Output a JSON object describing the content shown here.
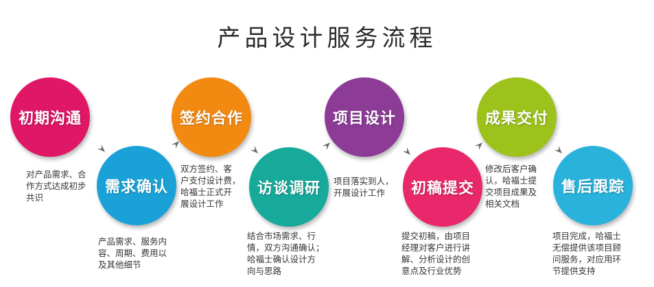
{
  "title": "产品设计服务流程",
  "colors": {
    "magenta": "#e01667",
    "blue": "#1aa2d8",
    "orange": "#f28a12",
    "teal": "#17a99a",
    "purple": "#8c3b96",
    "pink": "#e8286b",
    "lime": "#9dc21c",
    "sky": "#29b2dc",
    "arrow": "#6b6b6b"
  },
  "steps": [
    {
      "label": "初期沟通",
      "desc": [
        "对产品需求、合",
        "作方式达成初步",
        "共识"
      ]
    },
    {
      "label": "需求确认",
      "desc": [
        "产品需求、服务内",
        "容、周期、费用以",
        "及其他细节"
      ]
    },
    {
      "label": "签约合作",
      "desc": [
        "双方签约、客",
        "户支付设计费，",
        "哈福士正式开",
        "展设计工作"
      ]
    },
    {
      "label": "访谈调研",
      "desc": [
        "结合市场需求、行",
        "情，双方沟通确认；",
        "哈福士确认设计方",
        "向与思路"
      ]
    },
    {
      "label": "项目设计",
      "desc": [
        "项目落实到人，",
        "开展设计工作"
      ]
    },
    {
      "label": "初稿提交",
      "desc": [
        "提交初稿，由项目",
        "经理对客户进行讲",
        "解、分析设计的创",
        "意点及行业优势"
      ]
    },
    {
      "label": "成果交付",
      "desc": [
        "修改后客户确",
        "认，哈福士提",
        "交项目成果及",
        "相关文档"
      ]
    },
    {
      "label": "售后跟踪",
      "desc": [
        "项目完成，哈福士",
        "无偿提供该项目顾",
        "问服务，对应用环",
        "节提供支持"
      ]
    }
  ]
}
